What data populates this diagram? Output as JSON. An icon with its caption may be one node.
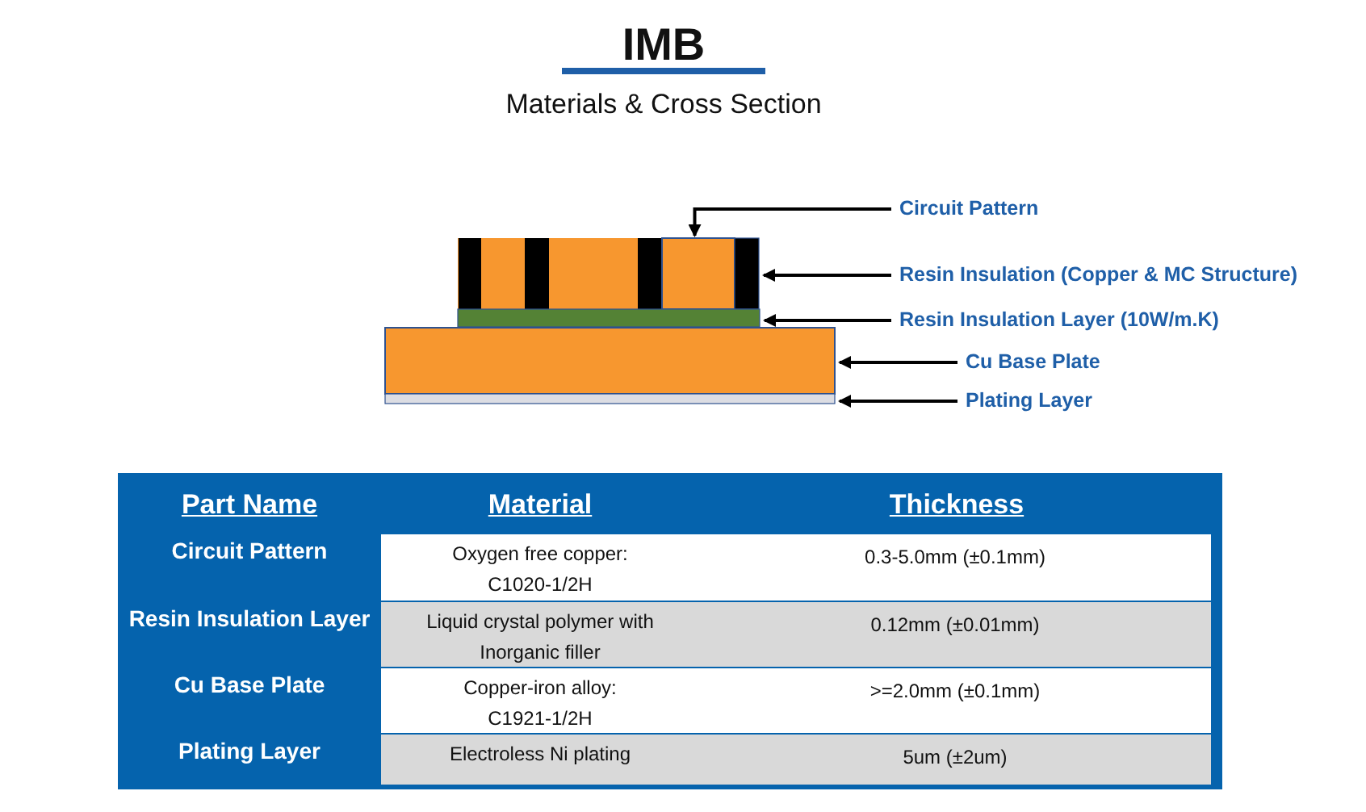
{
  "diagram": {
    "title": "IMB",
    "nodes": [
      {
        "text": [
          "Circuit Pattern"
        ]
      },
      {
        "text": [
          "Resin Insulation (Copper & MC Structure)"
        ]
      },
      {
        "text": [
          "Resin Insulation Layer (10W/m.K)"
        ]
      },
      {
        "text": [
          "Cu Base Plate"
        ]
      },
      {
        "text": [
          "Plating Layer"
        ]
      },
      {
        "text": [],
        "shape": "box"
      },
      {
        "text": [],
        "shape": "bar"
      },
      {
        "text": [],
        "shape": "bar"
      },
      {
        "text": [],
        "shape": "box"
      },
      {
        "text": [],
        "shape": "bar"
      }
    ],
    "edges": [
      {
        "from": 0,
        "to": 5,
        "arrow": "to"
      },
      {
        "from": 1,
        "to": 6,
        "arrow": "to"
      },
      {
        "from": 2,
        "to": 7,
        "arrow": "to"
      },
      {
        "from": 3,
        "to": 8,
        "arrow": "to"
      },
      {
        "from": 4,
        "to": 9,
        "arrow": "to"
      }
    ],
    "labels": [
      "Materials & Cross Section",
      "Part Name",
      "Material",
      "Thickness",
      "Circuit Pattern",
      "Oxygen free copper: C1020-1/2H",
      "0.3-5.0mm (±0.1mm)",
      "Resin Insulation Layer",
      "Liquid crystal polymer with Inorganic filler",
      "0.12mm (±0.01mm)",
      "Cu Base Plate",
      "Copper-iron alloy: C1921-1/2H",
      ">=2.0mm (±0.1mm)",
      "Plating Layer",
      "Electroless Ni plating",
      "5um (±2um)"
    ]
  }
}
